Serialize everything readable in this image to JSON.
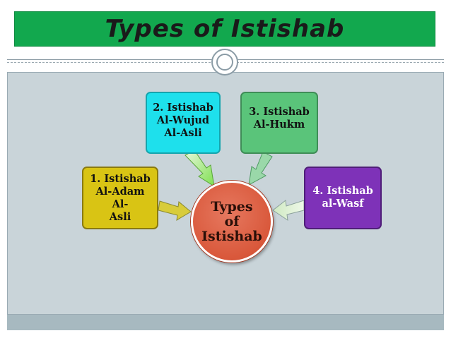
{
  "slide": {
    "title": "Types of Istishab"
  },
  "diagram": {
    "center": "Types\nof\nIstishab",
    "nodes": [
      {
        "id": "1",
        "label": "1. Istishab\nAl-Adam Al-\nAsli",
        "color": "#d9c414"
      },
      {
        "id": "2",
        "label": "2. Istishab\nAl-Wujud\nAl-Asli",
        "color": "#1ee0ec"
      },
      {
        "id": "3",
        "label": "3. Istishab\nAl-Hukm",
        "color": "#5ac47a"
      },
      {
        "id": "4",
        "label": "4. Istishab\nal-Wasf",
        "color": "#7e32b8"
      }
    ],
    "center_color": "#d9583b",
    "arrow_color": "#7ee04f"
  }
}
